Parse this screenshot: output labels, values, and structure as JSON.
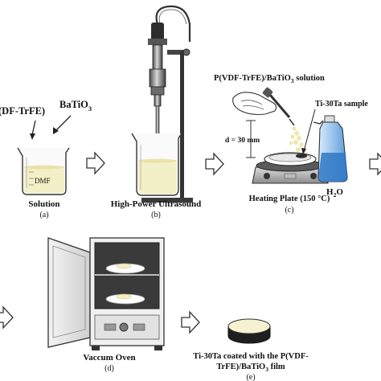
{
  "labels": {
    "polymer_partial": "(DF-TrFE)",
    "batio3_main": "BaTiO",
    "batio3_sub": "3",
    "dmf": "DMF",
    "solution_label": "Solution",
    "step_a": "(a)",
    "ultrasound_label": "High-Power Ultrasound",
    "step_b": "(b)",
    "spray_solution_main": "P(VDF-TrFE)/BaTiO",
    "spray_solution_sub": "3",
    "spray_solution_tail": " solution",
    "sample_label": "Ti-30Ta sample",
    "distance_label": "d = 30 mm",
    "water_main": "H",
    "water_sub": "2",
    "water_tail": "O",
    "heating_label": "Heating Plate (150 °C)",
    "step_c": "(c)",
    "oven_label": "Vaccum Oven",
    "step_d": "(d)",
    "result_line1": "Ti-30Ta coated with the P(VDF-",
    "result_line2_main": "TrFE)/BaTiO",
    "result_line2_sub": "3",
    "result_line2_tail": " film",
    "step_e": "(e)"
  },
  "colors": {
    "liquid": "#f3efc6",
    "arrow_fill": "#ffffff",
    "outline": "#222222",
    "plate": "#7a7a7a",
    "wash_bottle": "#4a8fd0"
  }
}
